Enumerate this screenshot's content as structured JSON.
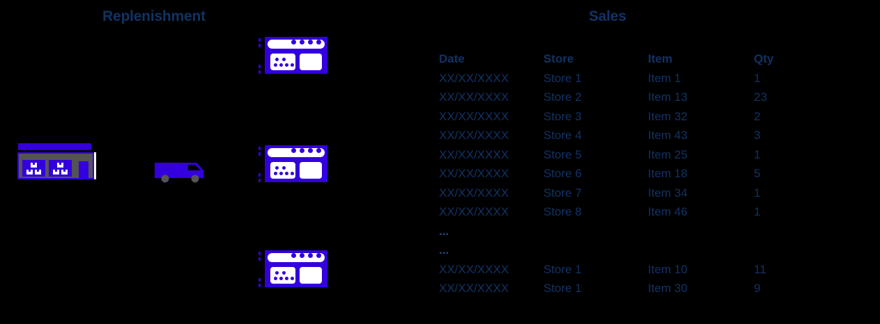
{
  "diagram": {
    "background_color": "#000000",
    "accent_blue": "#3300DD",
    "title_color": "#123263",
    "gray": "#545454"
  },
  "sections": {
    "replenishment": {
      "title": "Replenishment"
    },
    "sales": {
      "title": "Sales"
    }
  },
  "nodes": {
    "warehouse": {
      "icon": "warehouse-icon"
    },
    "truck": {
      "icon": "delivery-truck-icon"
    },
    "stores": [
      {
        "icon": "storefront-icon"
      },
      {
        "icon": "storefront-icon"
      },
      {
        "icon": "storefront-icon"
      }
    ]
  },
  "sales_table": {
    "columns": [
      "Date",
      "Store",
      "Item",
      "Qty"
    ],
    "rows": [
      [
        "XX/XX/XXXX",
        "Store 1",
        "Item 1",
        "1"
      ],
      [
        "XX/XX/XXXX",
        "Store 2",
        "Item 13",
        "23"
      ],
      [
        "XX/XX/XXXX",
        "Store 3",
        "Item 32",
        "2"
      ],
      [
        "XX/XX/XXXX",
        "Store 4",
        "Item 43",
        "3"
      ],
      [
        "XX/XX/XXXX",
        "Store 5",
        "Item 25",
        "1"
      ],
      [
        "XX/XX/XXXX",
        "Store 6",
        "Item 18",
        "5"
      ],
      [
        "XX/XX/XXXX",
        "Store 7",
        "Item 34",
        "1"
      ],
      [
        "XX/XX/XXXX",
        "Store 8",
        "Item 46",
        "1"
      ],
      [
        "...",
        "",
        "",
        ""
      ],
      [
        "...",
        "",
        "",
        ""
      ],
      [
        "XX/XX/XXXX",
        "Store 1",
        "Item 10",
        "11"
      ],
      [
        "XX/XX/XXXX",
        "Store 1",
        "Item 30",
        "9"
      ]
    ]
  }
}
